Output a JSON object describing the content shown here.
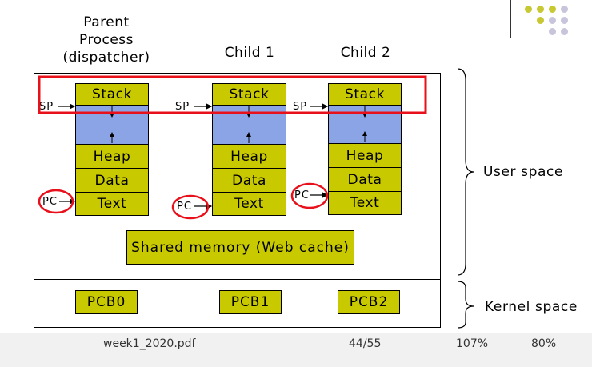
{
  "processes": [
    {
      "title_line1": "Parent",
      "title_line2": "Process",
      "title_line3": "(dispatcher)"
    },
    {
      "title_line1": "Child 1"
    },
    {
      "title_line1": "Child 2"
    }
  ],
  "segments": {
    "stack": "Stack",
    "heap": "Heap",
    "data": "Data",
    "text": "Text"
  },
  "registers": {
    "sp": "SP",
    "pc": "PC"
  },
  "shared_memory": "Shared memory (Web cache)",
  "pcbs": [
    "PCB0",
    "PCB1",
    "PCB2"
  ],
  "labels": {
    "user_space": "User space",
    "kernel_space": "Kernel space"
  },
  "footer": {
    "filename": "week1_2020.pdf",
    "page": "44/55",
    "zoom": "107%",
    "extra": "80%"
  },
  "colors": {
    "segment": "#c9c900",
    "free_gap": "#8aa4e6",
    "highlight": "#e8101a",
    "dots_olive": "#c8c832",
    "dots_lavender": "#c8c4dc"
  }
}
